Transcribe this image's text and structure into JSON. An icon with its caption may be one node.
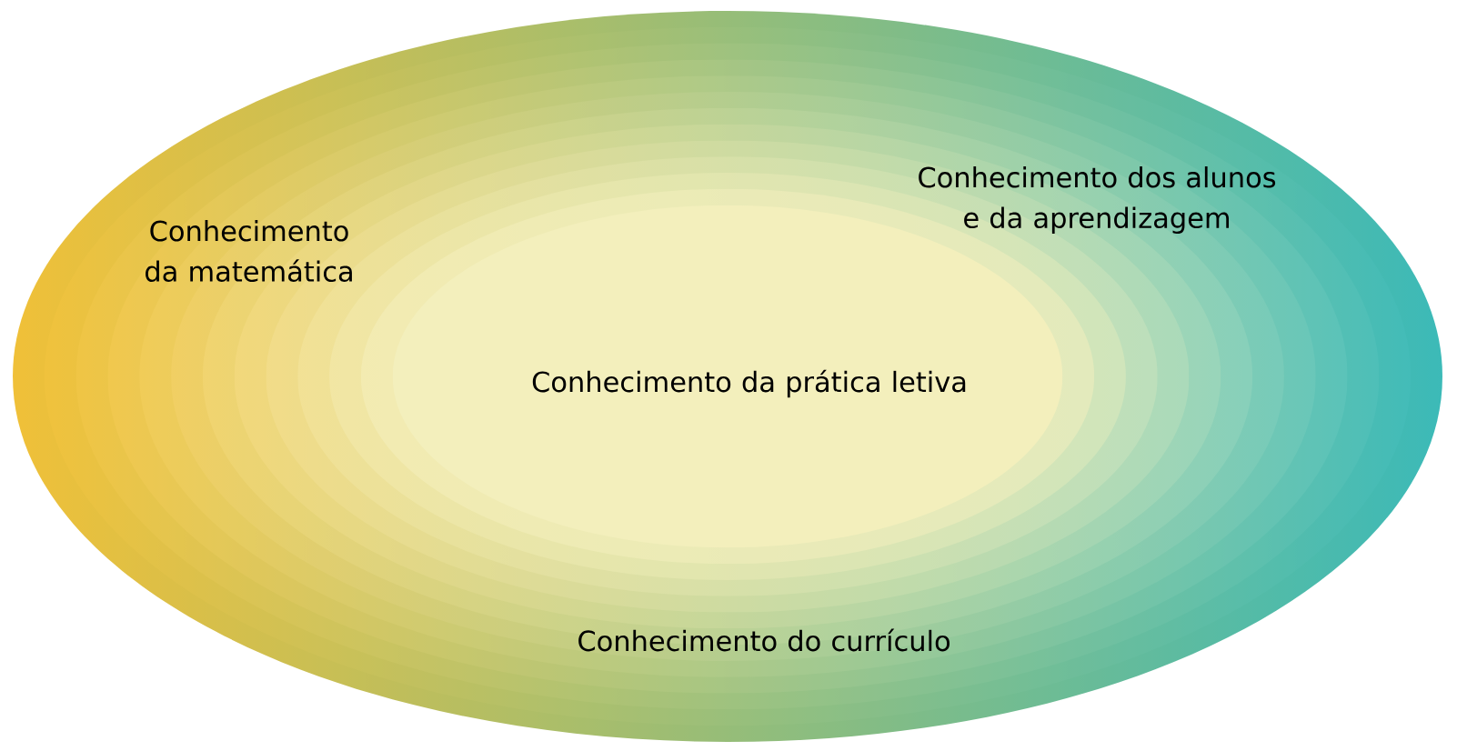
{
  "diagram": {
    "nodes": [
      {
        "text": [
          "Conhecimento da matemática",
          "Conhecimento dos alunos e da aprendizagem",
          "Conhecimento do currículo"
        ]
      },
      {
        "text": [
          "Conhecimento da prática letiva"
        ],
        "in": 0
      }
    ]
  }
}
